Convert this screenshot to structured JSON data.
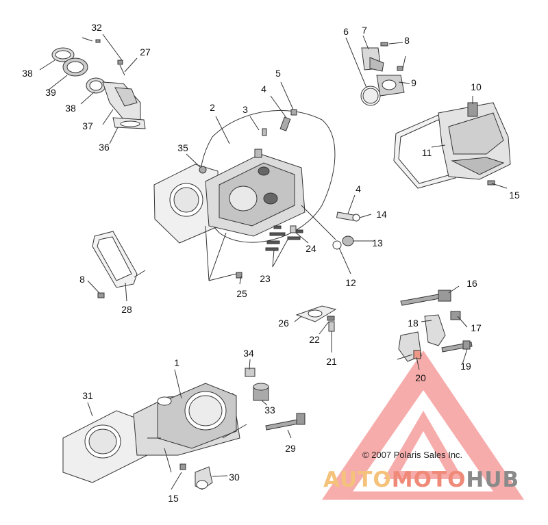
{
  "callouts": [
    {
      "id": "1",
      "label": "1"
    },
    {
      "id": "2",
      "label": "2"
    },
    {
      "id": "3",
      "label": "3"
    },
    {
      "id": "4a",
      "label": "4"
    },
    {
      "id": "4b",
      "label": "4"
    },
    {
      "id": "5",
      "label": "5"
    },
    {
      "id": "6",
      "label": "6"
    },
    {
      "id": "7",
      "label": "7"
    },
    {
      "id": "8a",
      "label": "8"
    },
    {
      "id": "8b",
      "label": "8"
    },
    {
      "id": "9",
      "label": "9"
    },
    {
      "id": "10",
      "label": "10"
    },
    {
      "id": "11",
      "label": "11"
    },
    {
      "id": "12",
      "label": "12"
    },
    {
      "id": "13",
      "label": "13"
    },
    {
      "id": "14",
      "label": "14"
    },
    {
      "id": "15a",
      "label": "15"
    },
    {
      "id": "15b",
      "label": "15"
    },
    {
      "id": "16",
      "label": "16"
    },
    {
      "id": "17",
      "label": "17"
    },
    {
      "id": "18",
      "label": "18"
    },
    {
      "id": "19",
      "label": "19"
    },
    {
      "id": "20",
      "label": "20"
    },
    {
      "id": "21",
      "label": "21"
    },
    {
      "id": "22",
      "label": "22"
    },
    {
      "id": "23",
      "label": "23"
    },
    {
      "id": "24",
      "label": "24"
    },
    {
      "id": "25",
      "label": "25"
    },
    {
      "id": "26",
      "label": "26"
    },
    {
      "id": "27",
      "label": "27"
    },
    {
      "id": "28",
      "label": "28"
    },
    {
      "id": "29",
      "label": "29"
    },
    {
      "id": "30",
      "label": "30"
    },
    {
      "id": "31",
      "label": "31"
    },
    {
      "id": "32",
      "label": "32"
    },
    {
      "id": "33",
      "label": "33"
    },
    {
      "id": "34",
      "label": "34"
    },
    {
      "id": "35",
      "label": "35"
    },
    {
      "id": "36",
      "label": "36"
    },
    {
      "id": "37",
      "label": "37"
    },
    {
      "id": "38a",
      "label": "38"
    },
    {
      "id": "38b",
      "label": "38"
    },
    {
      "id": "39",
      "label": "39"
    }
  ],
  "copyright": "© 2007 Polaris Sales Inc.",
  "watermark": {
    "word_parts": [
      "AUTO",
      "MOTO",
      "HUB"
    ],
    "colors": {
      "auto": "#f4c27a",
      "moto": "#f08a78",
      "hub": "#8a8a8a",
      "triangle": "#f26a6a"
    }
  },
  "colors": {
    "line": "#333333",
    "part_fill": "#d9d9d9",
    "part_dark": "#9a9a9a"
  }
}
